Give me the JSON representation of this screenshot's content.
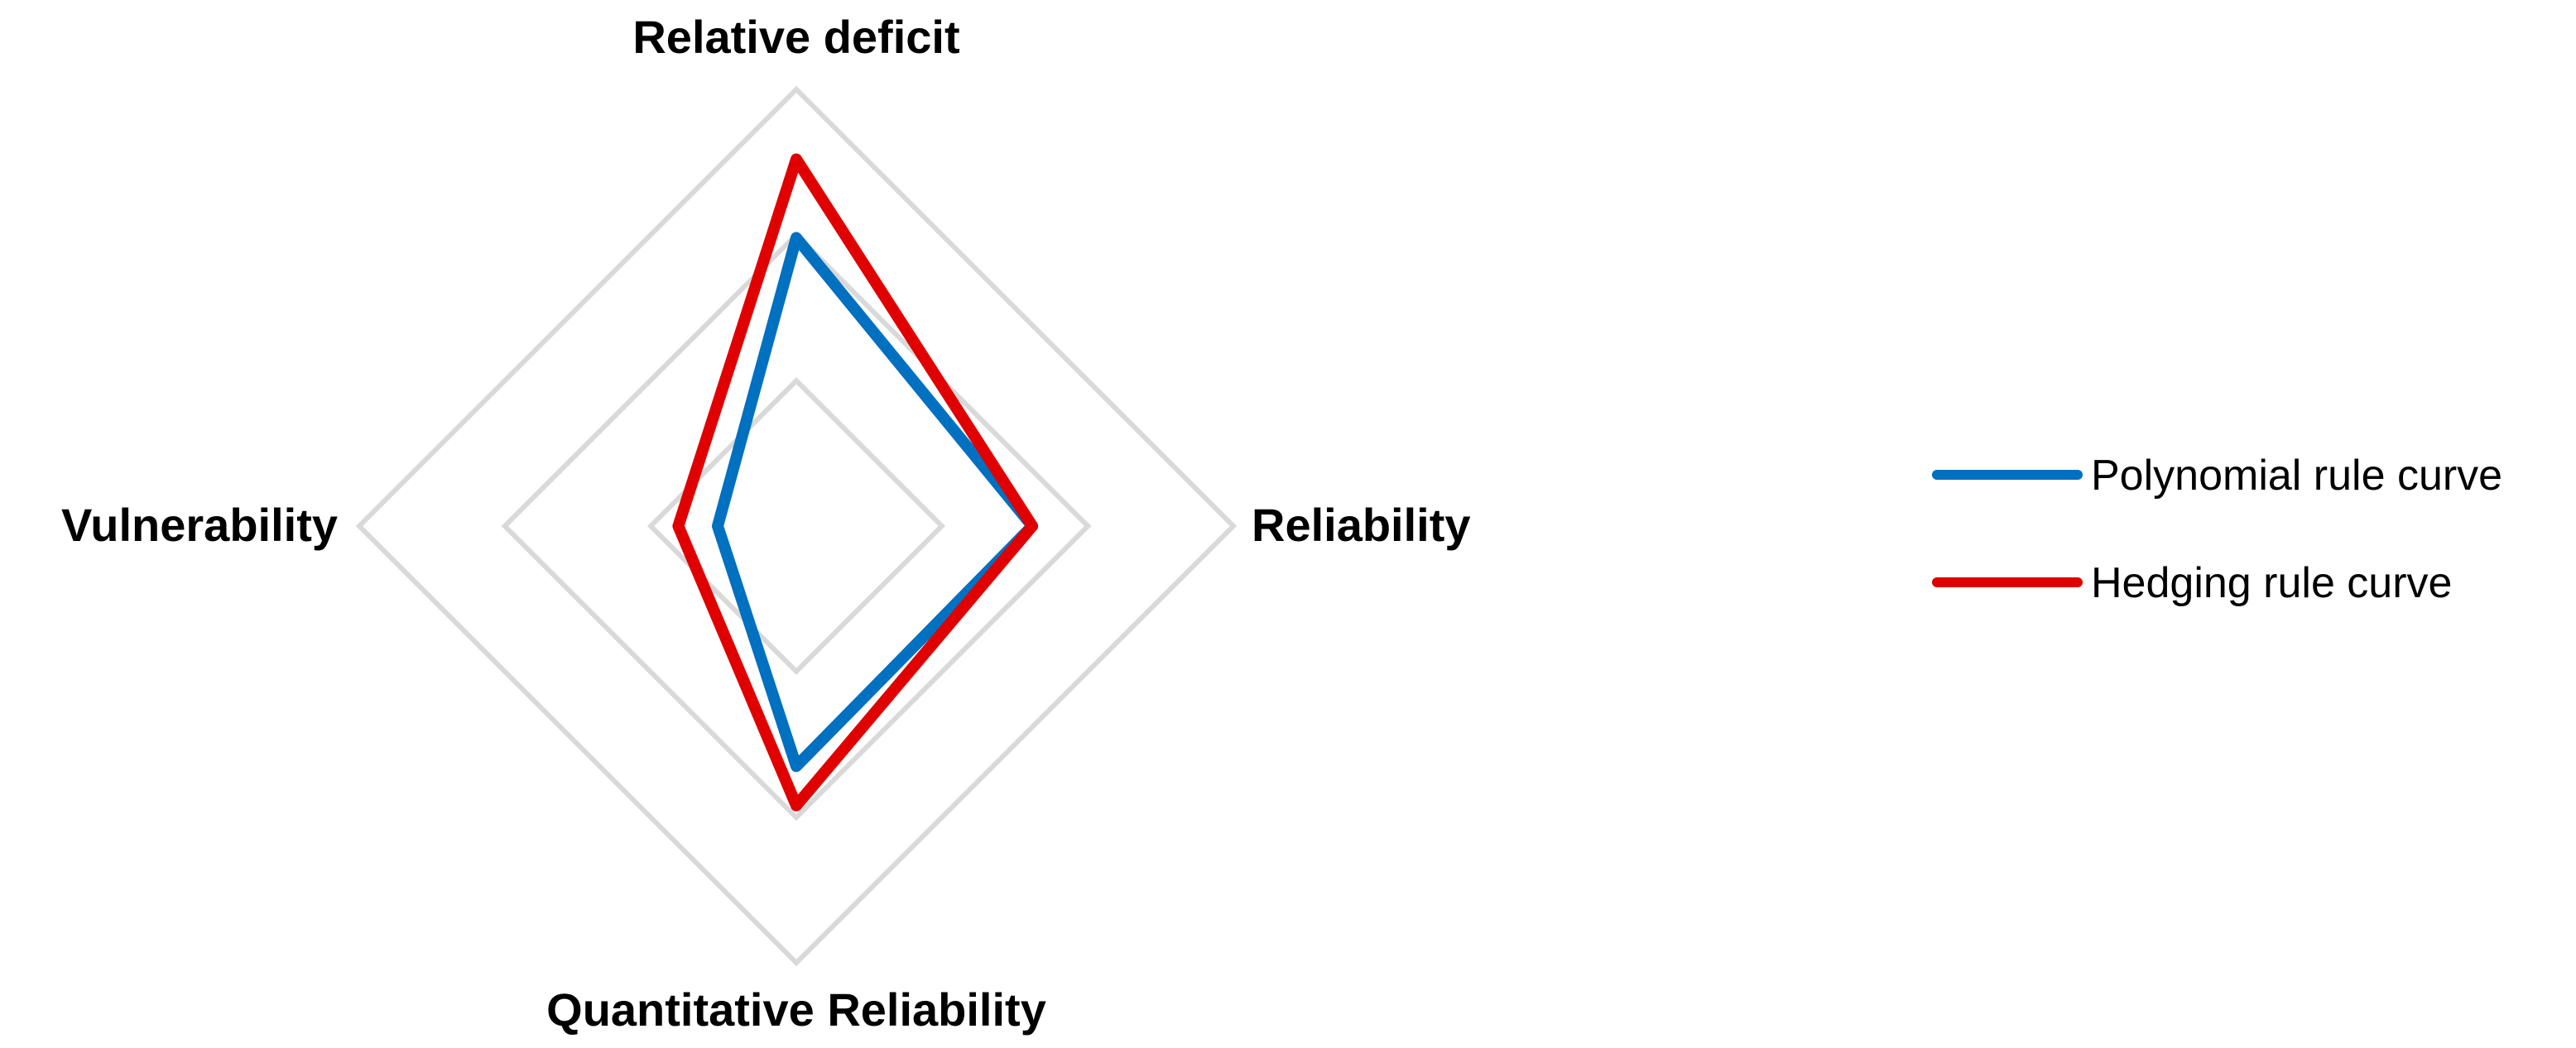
{
  "chart_data": {
    "type": "radar",
    "axes": [
      "Relative deficit",
      "Reliability",
      "Quantitative Reliability",
      "Vulnerability"
    ],
    "rlim": [
      0,
      1
    ],
    "grid_levels": [
      0.333,
      0.667,
      1.0
    ],
    "grid": true,
    "legend_position": "right",
    "series": [
      {
        "name": "Polynomial rule curve",
        "color": "#0070C0",
        "values": [
          0.66,
          0.54,
          0.55,
          0.18
        ]
      },
      {
        "name": "Hedging rule curve",
        "color": "#E00000",
        "values": [
          0.84,
          0.54,
          0.64,
          0.27
        ]
      }
    ],
    "grid_color": "#D9D9D9"
  }
}
